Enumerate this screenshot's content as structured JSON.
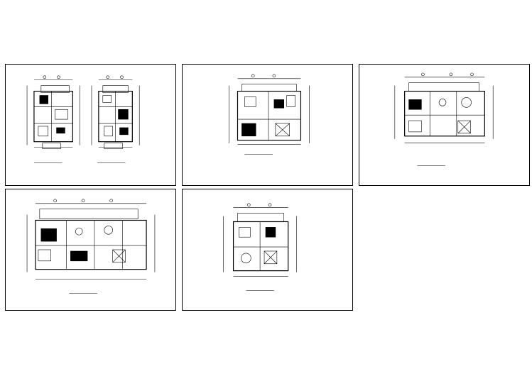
{
  "sheet": {
    "background": "#ffffff",
    "line_color": "#000000",
    "panels": [
      {
        "id": "panel-1",
        "content": "two-unit-floor-plans",
        "captions": [
          "",
          ""
        ]
      },
      {
        "id": "panel-2",
        "content": "floor-plan",
        "captions": [
          ""
        ]
      },
      {
        "id": "panel-3",
        "content": "floor-plan",
        "captions": [
          ""
        ]
      },
      {
        "id": "panel-4",
        "content": "floor-plan-wide",
        "captions": [
          ""
        ]
      },
      {
        "id": "panel-5",
        "content": "floor-plan",
        "captions": [
          ""
        ]
      }
    ]
  }
}
